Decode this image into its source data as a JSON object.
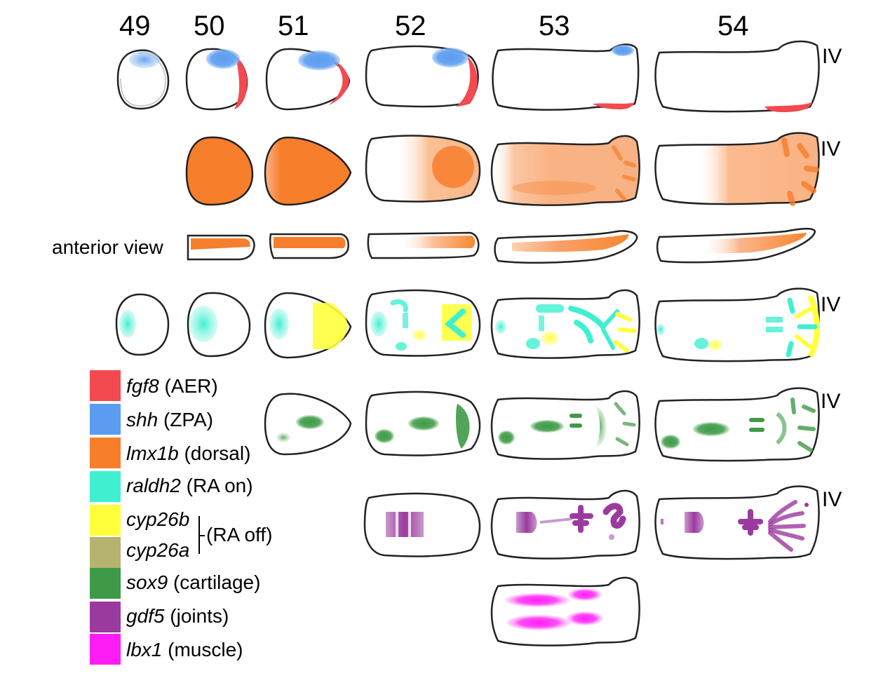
{
  "stages": [
    "49",
    "50",
    "51",
    "52",
    "53",
    "54"
  ],
  "row_labels": {
    "anterior_view": "anterior view",
    "digit_marker": "IV"
  },
  "legend": [
    {
      "key": "fgf8",
      "gene": "fgf8",
      "desc": "(AER)",
      "color": "#f24a4f"
    },
    {
      "key": "shh",
      "gene": "shh",
      "desc": "(ZPA)",
      "color": "#5b9cf0"
    },
    {
      "key": "lmx1b",
      "gene": "lmx1b",
      "desc": "(dorsal)",
      "color": "#f77e2b"
    },
    {
      "key": "raldh2",
      "gene": "raldh2",
      "desc": "(RA on)",
      "color": "#3ff0d0"
    },
    {
      "key": "cyp26b",
      "gene": "cyp26b",
      "desc": "",
      "color": "#ffff3c"
    },
    {
      "key": "cyp26a",
      "gene": "cyp26a",
      "desc": "",
      "color": "#b5b36e"
    },
    {
      "key": "sox9",
      "gene": "sox9",
      "desc": "(cartilage)",
      "color": "#3f9a48"
    },
    {
      "key": "gdf5",
      "gene": "gdf5",
      "desc": "(joints)",
      "color": "#9b3a9e"
    },
    {
      "key": "lbx1",
      "gene": "lbx1",
      "desc": "(muscle)",
      "color": "#ff1df5"
    }
  ],
  "ra_off_label": "(RA off)"
}
